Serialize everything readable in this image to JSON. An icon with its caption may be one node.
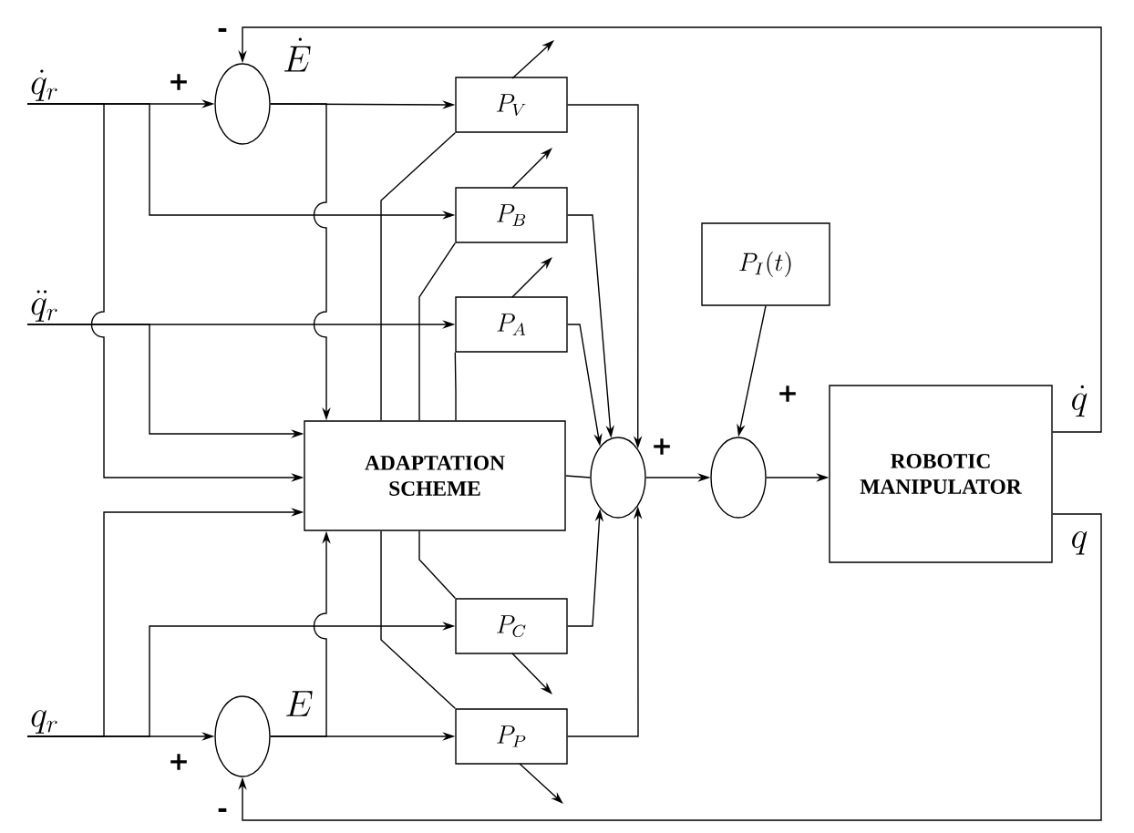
{
  "diagram": {
    "nodes": [
      {
        "text": [
          "\\dot{q}_r"
        ]
      },
      {
        "text": [
          "\\ddot{q}_r"
        ]
      },
      {
        "text": [
          "q_r"
        ]
      },
      {
        "text": [],
        "shape": "circle"
      },
      {
        "text": [],
        "shape": "circle"
      },
      {
        "text": [
          "P_V"
        ]
      },
      {
        "text": [
          "P_B"
        ]
      },
      {
        "text": [
          "P_A"
        ]
      },
      {
        "text": [
          "ADAPTATION SCHEME"
        ]
      },
      {
        "text": [
          "P_C"
        ]
      },
      {
        "text": [
          "P_P"
        ]
      },
      {
        "text": [],
        "shape": "circle"
      },
      {
        "text": [],
        "shape": "circle"
      },
      {
        "text": [
          "P_I(t)"
        ]
      },
      {
        "text": [
          "ROBOTIC MANIPULATOR"
        ]
      }
    ],
    "edges": [
      {
        "from": 0,
        "to": 3,
        "arrow": "to"
      },
      {
        "from": 0,
        "to": 6,
        "arrow": "to"
      },
      {
        "from": 0,
        "to": 8,
        "arrow": "to"
      },
      {
        "from": 3,
        "to": 5,
        "arrow": "to"
      },
      {
        "from": 3,
        "to": 8,
        "arrow": "to"
      },
      {
        "from": 1,
        "to": 7,
        "arrow": "to"
      },
      {
        "from": 1,
        "to": 8,
        "arrow": "to"
      },
      {
        "from": 2,
        "to": 4,
        "arrow": "to"
      },
      {
        "from": 2,
        "to": 8,
        "arrow": "to"
      },
      {
        "from": 2,
        "to": 9,
        "arrow": "to"
      },
      {
        "from": 4,
        "to": 10,
        "arrow": "to"
      },
      {
        "from": 4,
        "to": 8,
        "arrow": "to"
      },
      {
        "from": 8,
        "to": 5,
        "arrow": "none"
      },
      {
        "from": 8,
        "to": 6,
        "arrow": "none"
      },
      {
        "from": 8,
        "to": 7,
        "arrow": "none"
      },
      {
        "from": 8,
        "to": 9,
        "arrow": "none"
      },
      {
        "from": 8,
        "to": 10,
        "arrow": "none"
      },
      {
        "from": 5,
        "to": 11,
        "arrow": "to"
      },
      {
        "from": 6,
        "to": 11,
        "arrow": "to"
      },
      {
        "from": 7,
        "to": 11,
        "arrow": "to"
      },
      {
        "from": 8,
        "to": 11,
        "arrow": "none"
      },
      {
        "from": 9,
        "to": 11,
        "arrow": "to"
      },
      {
        "from": 10,
        "to": 11,
        "arrow": "to"
      },
      {
        "from": 11,
        "to": 12,
        "arrow": "to"
      },
      {
        "from": 13,
        "to": 12,
        "arrow": "to"
      },
      {
        "from": 12,
        "to": 14,
        "arrow": "to"
      },
      {
        "from": 14,
        "to": 3,
        "arrow": "to"
      },
      {
        "from": 14,
        "to": 4,
        "arrow": "to"
      }
    ],
    "labels": [
      "-",
      "\\dot{E}",
      "+",
      "+",
      "\\dot{q}",
      "+",
      "q",
      "E",
      "+",
      "-"
    ]
  }
}
